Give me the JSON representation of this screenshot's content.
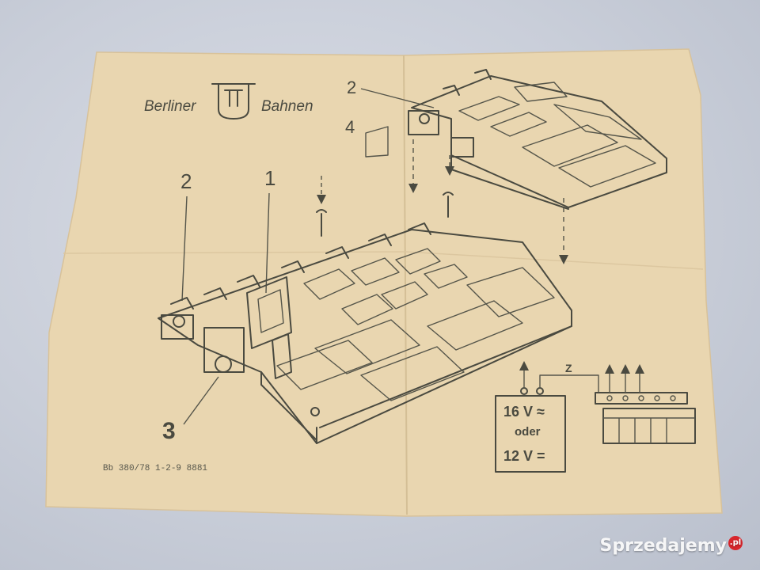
{
  "leaflet": {
    "brand_left": "Berliner",
    "brand_right": "Bahnen",
    "brand_logo": "BTTB",
    "callouts": {
      "c1": "1",
      "c2a": "2",
      "c2b": "2",
      "c3": "3",
      "c4": "4"
    },
    "wiring": {
      "label_z": "Z",
      "power_line1": "16 V ≈",
      "power_line2": "oder",
      "power_line3": "12 V ="
    },
    "print_code": "Bb 380/78 1-2-9 8881"
  },
  "watermark": {
    "text": "Sprzedajemy",
    "badge": ".pl"
  },
  "colors": {
    "paper": "#e9d6b0",
    "ink": "#4a4a40",
    "background": "#c9ced9"
  }
}
